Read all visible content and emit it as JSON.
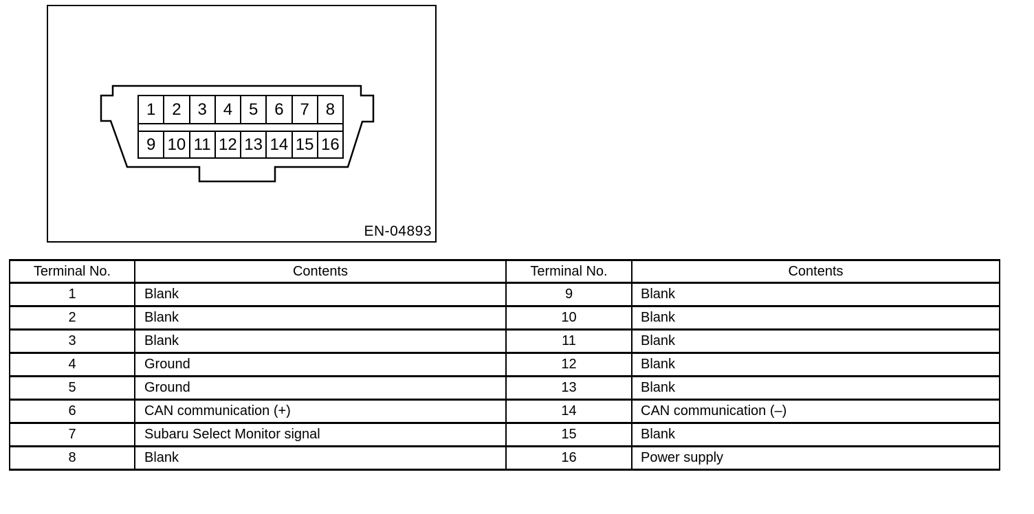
{
  "figure": {
    "label": "EN-04893",
    "connector": {
      "pins_row1": [
        "1",
        "2",
        "3",
        "4",
        "5",
        "6",
        "7",
        "8"
      ],
      "pins_row2": [
        "9",
        "10",
        "11",
        "12",
        "13",
        "14",
        "15",
        "16"
      ]
    }
  },
  "table": {
    "headers": {
      "terminal": "Terminal No.",
      "contents": "Contents"
    },
    "left_rows": [
      {
        "terminal": "1",
        "contents": "Blank"
      },
      {
        "terminal": "2",
        "contents": "Blank"
      },
      {
        "terminal": "3",
        "contents": "Blank"
      },
      {
        "terminal": "4",
        "contents": "Ground"
      },
      {
        "terminal": "5",
        "contents": "Ground"
      },
      {
        "terminal": "6",
        "contents": "CAN communication (+)"
      },
      {
        "terminal": "7",
        "contents": "Subaru Select Monitor signal"
      },
      {
        "terminal": "8",
        "contents": "Blank"
      }
    ],
    "right_rows": [
      {
        "terminal": "9",
        "contents": "Blank"
      },
      {
        "terminal": "10",
        "contents": "Blank"
      },
      {
        "terminal": "11",
        "contents": "Blank"
      },
      {
        "terminal": "12",
        "contents": "Blank"
      },
      {
        "terminal": "13",
        "contents": "Blank"
      },
      {
        "terminal": "14",
        "contents": "CAN communication (–)"
      },
      {
        "terminal": "15",
        "contents": "Blank"
      },
      {
        "terminal": "16",
        "contents": "Power supply"
      }
    ]
  },
  "colors": {
    "line": "#000000",
    "background": "#ffffff"
  }
}
